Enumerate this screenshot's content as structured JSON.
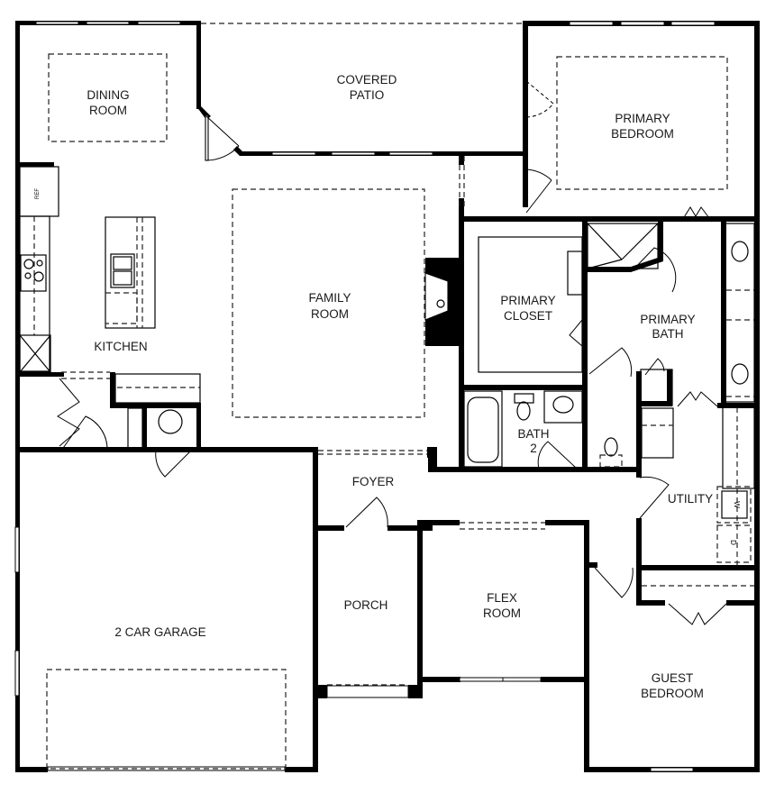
{
  "plan": {
    "type": "residential floor plan",
    "colors": {
      "wall": "#000000",
      "background": "#ffffff",
      "text": "#1a1a1a"
    }
  },
  "rooms": {
    "dining": {
      "line1": "DINING",
      "line2": "ROOM"
    },
    "covered_patio": {
      "line1": "COVERED",
      "line2": "PATIO"
    },
    "primary_bedroom": {
      "line1": "PRIMARY",
      "line2": "BEDROOM"
    },
    "kitchen": {
      "line1": "KITCHEN"
    },
    "family_room": {
      "line1": "FAMILY",
      "line2": "ROOM"
    },
    "primary_closet": {
      "line1": "PRIMARY",
      "line2": "CLOSET"
    },
    "primary_bath": {
      "line1": "PRIMARY",
      "line2": "BATH"
    },
    "bath2": {
      "line1": "BATH",
      "line2": "2"
    },
    "utility": {
      "line1": "UTILITY"
    },
    "foyer": {
      "line1": "FOYER"
    },
    "porch": {
      "line1": "PORCH"
    },
    "flex_room": {
      "line1": "FLEX",
      "line2": "ROOM"
    },
    "garage": {
      "line1": "2 CAR GARAGE"
    },
    "guest_bedroom": {
      "line1": "GUEST",
      "line2": "BEDROOM"
    }
  },
  "fixtures": {
    "fridge_label": "REF",
    "washer_label": "W",
    "dryer_label": "D"
  }
}
